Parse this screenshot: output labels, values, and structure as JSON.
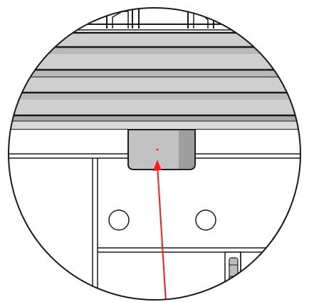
{
  "diagram": {
    "view": "circular-detail-magnification",
    "colors": {
      "background": "#ffffff",
      "outline": "#1a1a1a",
      "slat_light": "#cfcfcf",
      "slat_mid": "#b9b9b9",
      "slat_dark": "#a9a9a9",
      "block_fill": "#c2c2c2",
      "block_shade": "#9e9e9e",
      "arrow": "#ff1a1a"
    },
    "parts": [
      {
        "id": "top-bracket",
        "icon": "bracket-icon"
      },
      {
        "id": "slatted-panel",
        "slat_count": 5
      },
      {
        "id": "guide-block",
        "icon": "block-icon"
      },
      {
        "id": "mounting-plate",
        "hole_count": 2
      },
      {
        "id": "hinge-bolt",
        "icon": "bolt-icon"
      }
    ],
    "callout": {
      "icon": "arrow-icon",
      "points_to": "guide-block"
    }
  }
}
